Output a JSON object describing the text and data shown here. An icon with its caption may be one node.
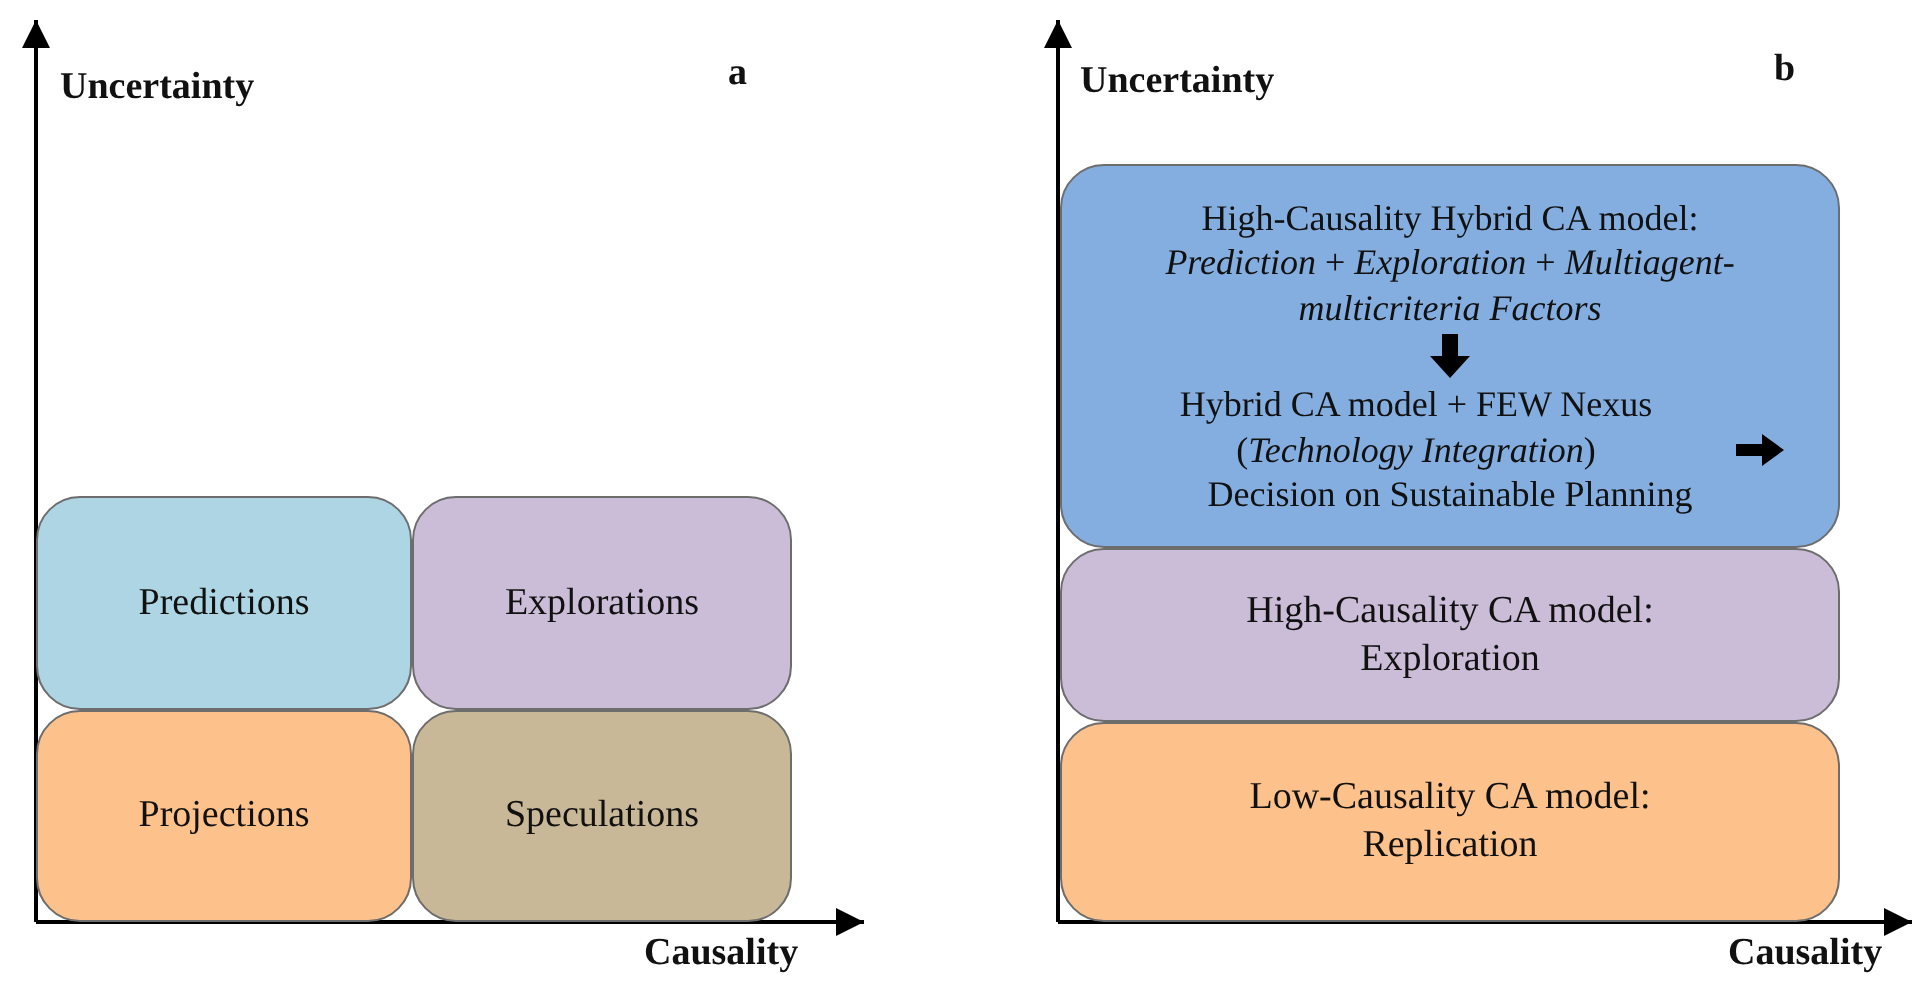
{
  "diagram": {
    "nodes": [
      {
        "text": [
          "Predictions"
        ]
      },
      {
        "text": [
          "Explorations"
        ]
      },
      {
        "text": [
          "Projections"
        ]
      },
      {
        "text": [
          "Speculations"
        ]
      },
      {
        "text": [
          "High-Causality Hybrid CA model: *Prediction* + *Exploration* + *Multiagent-multicriteria Factors*",
          "Hybrid CA model + FEW Nexus (*Technology Integration*)",
          "Decision on Sustainable Planning"
        ]
      },
      {
        "text": [
          "High-Causality CA model: Exploration"
        ]
      },
      {
        "text": [
          "Low-Causality CA model: Replication"
        ]
      }
    ],
    "labels": [
      "Uncertainty",
      "a",
      "Causality",
      "Uncertainty",
      "b",
      "Causality"
    ]
  }
}
